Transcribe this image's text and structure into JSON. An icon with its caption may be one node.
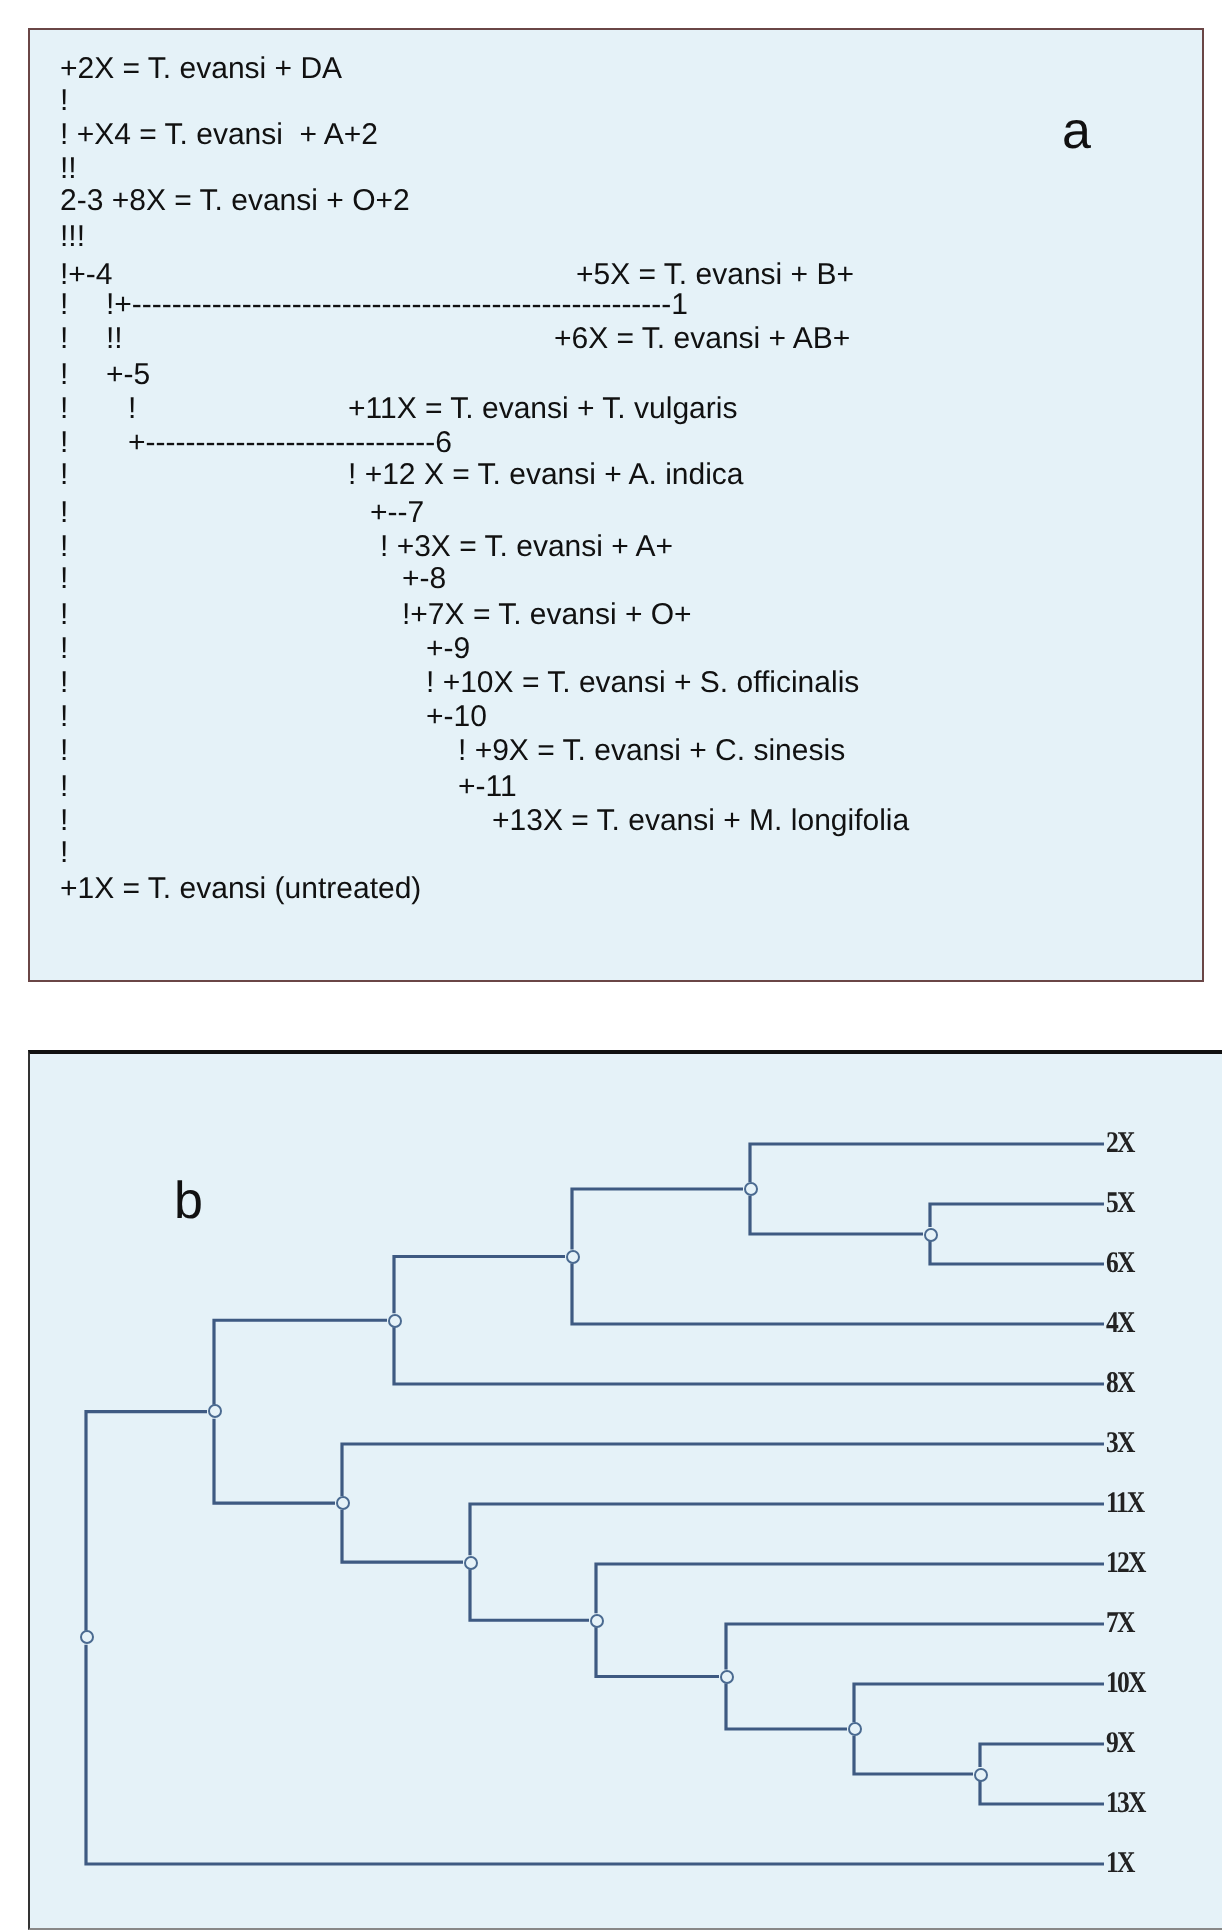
{
  "diagram": {
    "nodes": [
      {
        "text": [
          "2X"
        ]
      },
      {
        "text": [
          "5X"
        ]
      },
      {
        "text": [
          "6X"
        ]
      },
      {
        "text": [
          "4X"
        ]
      },
      {
        "text": [
          "8X"
        ]
      },
      {
        "text": [
          "3X"
        ]
      },
      {
        "text": [
          "11X"
        ]
      },
      {
        "text": [
          "12X"
        ]
      },
      {
        "text": [
          "7X"
        ]
      },
      {
        "text": [
          "10X"
        ]
      },
      {
        "text": [
          "9X"
        ]
      },
      {
        "text": [
          "13X"
        ]
      },
      {
        "text": [
          "1X"
        ]
      },
      {
        "text": [],
        "shape": "circle"
      },
      {
        "text": [],
        "shape": "circle"
      },
      {
        "text": [],
        "shape": "circle"
      },
      {
        "text": [],
        "shape": "circle"
      },
      {
        "text": [],
        "shape": "circle"
      },
      {
        "text": [],
        "shape": "circle"
      },
      {
        "text": [],
        "shape": "circle"
      },
      {
        "text": [],
        "shape": "circle"
      },
      {
        "text": [],
        "shape": "circle"
      },
      {
        "text": [],
        "shape": "circle"
      },
      {
        "text": [],
        "shape": "circle"
      },
      {
        "text": [],
        "shape": "circle"
      }
    ],
    "edges": [
      {
        "from": 13,
        "to": 14,
        "arrow": "none"
      },
      {
        "from": 13,
        "to": 12,
        "arrow": "none"
      },
      {
        "from": 14,
        "to": 16,
        "arrow": "none"
      },
      {
        "from": 14,
        "to": 15,
        "arrow": "none"
      },
      {
        "from": 16,
        "to": 18,
        "arrow": "none"
      },
      {
        "from": 16,
        "to": 4,
        "arrow": "none"
      },
      {
        "from": 18,
        "to": 21,
        "arrow": "none"
      },
      {
        "from": 18,
        "to": 3,
        "arrow": "none"
      },
      {
        "from": 21,
        "to": 0,
        "arrow": "none"
      },
      {
        "from": 21,
        "to": 23,
        "arrow": "none"
      },
      {
        "from": 23,
        "to": 1,
        "arrow": "none"
      },
      {
        "from": 23,
        "to": 2,
        "arrow": "none"
      },
      {
        "from": 15,
        "to": 5,
        "arrow": "none"
      },
      {
        "from": 15,
        "to": 17,
        "arrow": "none"
      },
      {
        "from": 17,
        "to": 6,
        "arrow": "none"
      },
      {
        "from": 17,
        "to": 19,
        "arrow": "none"
      },
      {
        "from": 19,
        "to": 7,
        "arrow": "none"
      },
      {
        "from": 19,
        "to": 20,
        "arrow": "none"
      },
      {
        "from": 20,
        "to": 8,
        "arrow": "none"
      },
      {
        "from": 20,
        "to": 22,
        "arrow": "none"
      },
      {
        "from": 22,
        "to": 9,
        "arrow": "none"
      },
      {
        "from": 22,
        "to": 24,
        "arrow": "none"
      },
      {
        "from": 24,
        "to": 10,
        "arrow": "none"
      },
      {
        "from": 24,
        "to": 11,
        "arrow": "none"
      }
    ],
    "labels": [
      "+2X = T. evansi + DA",
      "!",
      "! +X4 = T. evansi  + A+2",
      "a",
      "!!",
      "2-3 +8X = T. evansi + O+2",
      "!!!",
      "!+-4",
      "+5X = T. evansi + B+",
      "!",
      "!+------------------------------------------------------1",
      "!",
      "!!",
      "+6X = T. evansi + AB+",
      "!",
      "+-5",
      "!",
      "!",
      "+11X = T. evansi + T. vulgaris",
      "!",
      "+-----------------------------6",
      "!",
      "! +12 X = T. evansi + A. indica",
      "!",
      "+--7",
      "!",
      "! +3X = T. evansi + A+",
      "!",
      "+-8",
      "!",
      "!+7X = T. evansi + O+",
      "!",
      "+-9",
      "!",
      "! +10X = T. evansi + S. officinalis",
      "!",
      "+-10",
      "!",
      "! +9X = T. evansi + C. sinesis",
      "!",
      "+-11",
      "!",
      "+13X = T. evansi + M. longifolia",
      "!",
      "+1X = T. evansi (untreated)",
      "b"
    ]
  }
}
